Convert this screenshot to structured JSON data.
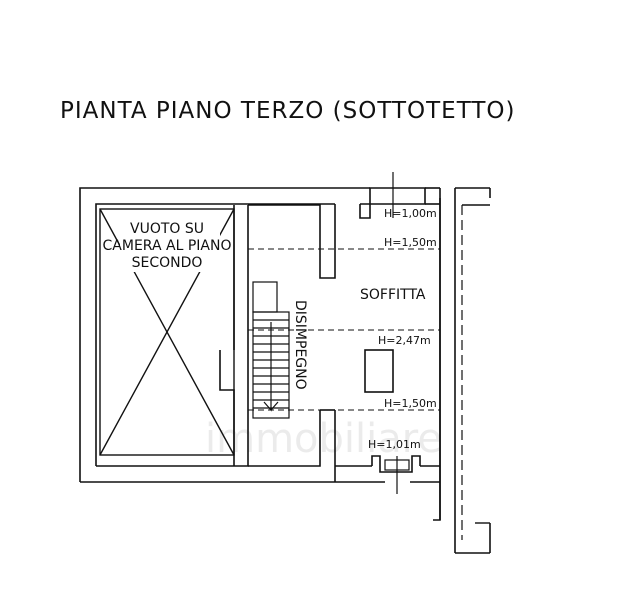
{
  "plan": {
    "title": "PIANTA PIANO TERZO (SOTTOTETTO)",
    "void_label": [
      "VUOTO SU",
      "CAMERA AL PIANO",
      "SECONDO"
    ],
    "room_soffitta": "SOFFITTA",
    "room_disimpegno": "DISIMPEGNO",
    "heights": {
      "h1": "H=1,00m",
      "h2": "H=1,50m",
      "h3": "H=2,47m",
      "h4": "H=1,50m",
      "h5": "H=1,01m"
    },
    "watermark": "immobiliare"
  }
}
